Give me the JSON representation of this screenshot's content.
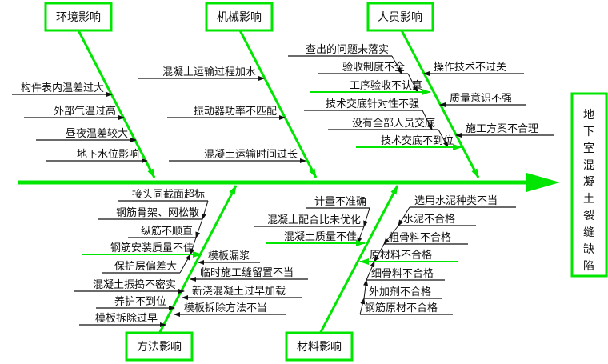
{
  "effect": "地下室混凝土裂缝缺陷",
  "categories": {
    "environment": {
      "title": "环境影响",
      "causes": [
        "构件表内温差过大",
        "外部气温过高",
        "昼夜温差较大",
        "地下水位影响"
      ]
    },
    "machinery": {
      "title": "机械影响",
      "causes": [
        "混凝土运输过程加水",
        "振动器功率不匹配",
        "混凝土运输时间过长"
      ]
    },
    "people": {
      "title": "人员影响",
      "left_causes": [
        "查出的问题未落实",
        "验收制度不全",
        "工序验收不认真",
        "技术交底针对性不强",
        "没有全部人员交底",
        "技术交底不到位"
      ],
      "right_causes": [
        "操作技术不过关",
        "质量意识不强",
        "施工方案不合理"
      ]
    },
    "method": {
      "title": "方法影响",
      "left_causes": [
        "接头同截面超标",
        "钢筋骨架、网松散",
        "纵筋不顺直",
        "钢筋安装质量不佳",
        "保护层偏差大",
        "混凝土振捣不密实",
        "养护不到位",
        "模板拆除过早"
      ],
      "right_causes": [
        "模板漏浆",
        "临时施工缝留置不当",
        "新浇混凝土过早加载",
        "模板拆除方法不当"
      ]
    },
    "material": {
      "title": "材料影响",
      "left_causes": [
        "计量不准确",
        "混凝土配合比未优化",
        "混凝土质量不佳"
      ],
      "right_causes": [
        "选用水泥种类不当",
        "水泥不合格",
        "粗骨料不合格",
        "原材料不合格",
        "细骨料不合格",
        "外加剂不合格",
        "钢筋原材不合格"
      ]
    }
  },
  "colors": {
    "bone": "#00e600",
    "line": "#111111"
  }
}
